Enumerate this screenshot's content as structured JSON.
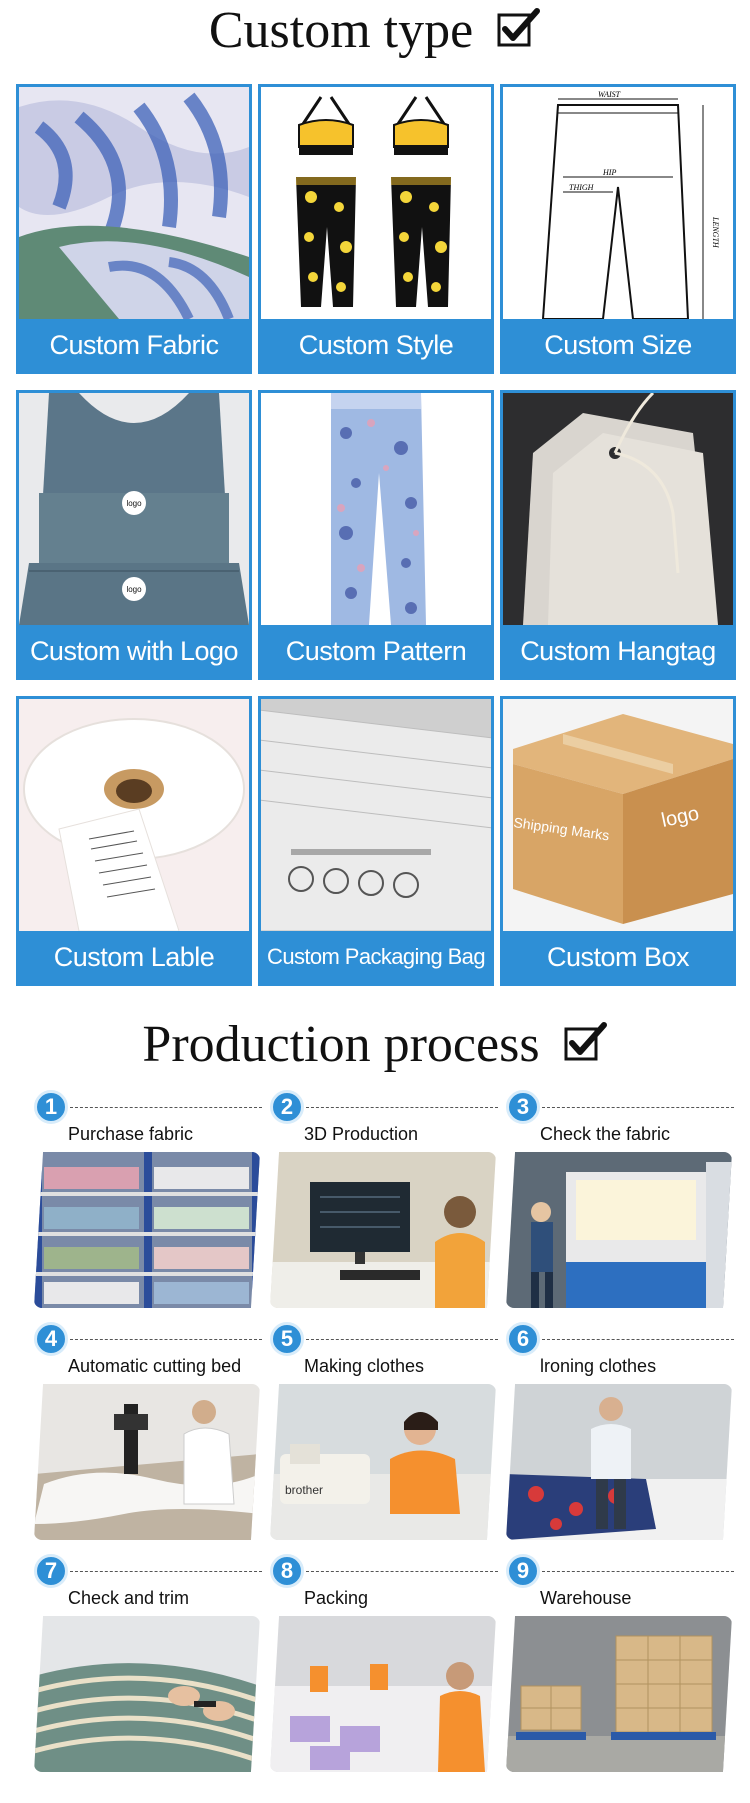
{
  "custom": {
    "title": "Custom type",
    "items": [
      {
        "label": "Custom Fabric"
      },
      {
        "label": "Custom Style"
      },
      {
        "label": "Custom Size"
      },
      {
        "label": "Custom with Logo"
      },
      {
        "label": "Custom Pattern"
      },
      {
        "label": "Custom Hangtag"
      },
      {
        "label": "Custom Lable"
      },
      {
        "label": "Custom Packaging Bag"
      },
      {
        "label": "Custom Box"
      }
    ],
    "size_chart": {
      "waist": "WAIST",
      "hip": "HIP",
      "thigh": "THIGH",
      "length": "LENGTH"
    },
    "logo_text": "logo",
    "box_texts": {
      "marks": "Shipping Marks",
      "logo": "logo"
    },
    "machine_brand": "brother"
  },
  "process": {
    "title": "Production process",
    "steps": [
      {
        "num": "1",
        "label": "Purchase fabric"
      },
      {
        "num": "2",
        "label": "3D Production"
      },
      {
        "num": "3",
        "label": "Check the fabric"
      },
      {
        "num": "4",
        "label": "Automatic cutting bed"
      },
      {
        "num": "5",
        "label": "Making clothes"
      },
      {
        "num": "6",
        "label": "lroning clothes"
      },
      {
        "num": "7",
        "label": "Check and trim"
      },
      {
        "num": "8",
        "label": "Packing"
      },
      {
        "num": "9",
        "label": "Warehouse"
      }
    ]
  },
  "colors": {
    "accent": "#2e8fd6"
  }
}
